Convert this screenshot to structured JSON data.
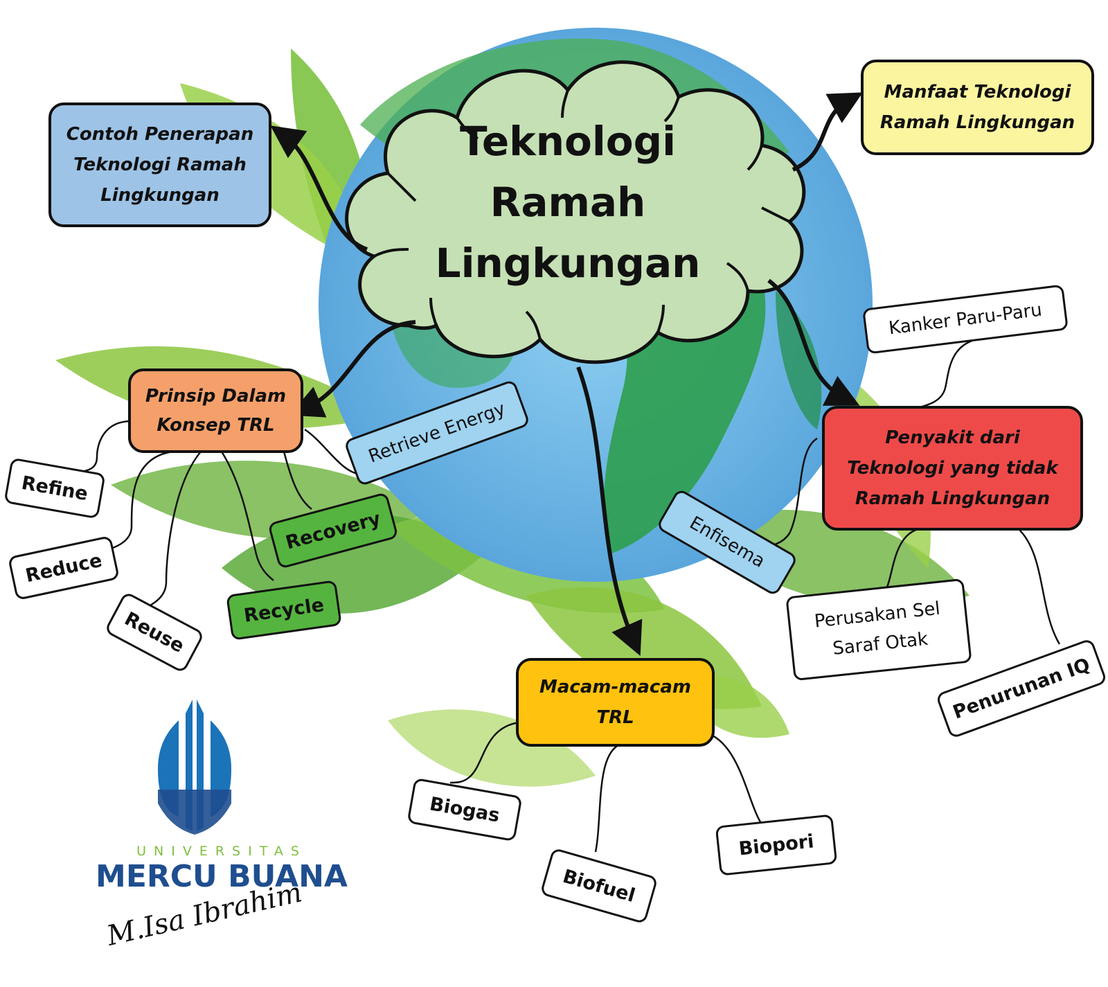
{
  "central": {
    "text": "Teknologi\nRamah\nLingkungan"
  },
  "nodes": {
    "contoh": {
      "text": "Contoh Penerapan\nTeknologi Ramah\nLingkungan",
      "color": "#9dc3e6"
    },
    "manfaat": {
      "text": "Manfaat Teknologi\nRamah Lingkungan",
      "color": "#fbf5a0"
    },
    "prinsip": {
      "text": "Prinsip Dalam\nKonsep TRL",
      "color": "#f5a06a"
    },
    "penyakit": {
      "text": "Penyakit dari\nTeknologi yang tidak\nRamah Lingkungan",
      "color": "#ef4a4a"
    },
    "macam": {
      "text": "Macam-macam\nTRL",
      "color": "#ffc20e"
    }
  },
  "leaves": {
    "refine": "Refine",
    "reduce": "Reduce",
    "reuse": "Reuse",
    "recycle": "Recycle",
    "recovery": "Recovery",
    "retrieve": "Retrieve Energy",
    "kanker": "Kanker Paru-Paru",
    "enfisema": "Enfisema",
    "perusakan": "Perusakan Sel\nSaraf Otak",
    "penurunan": "Penurunan IQ",
    "biogas": "Biogas",
    "biofuel": "Biofuel",
    "biopori": "Biopori"
  },
  "logo": {
    "univ": "UNIVERSITAS",
    "name": "MERCU BUANA",
    "author": "M.Isa Ibrahim"
  }
}
